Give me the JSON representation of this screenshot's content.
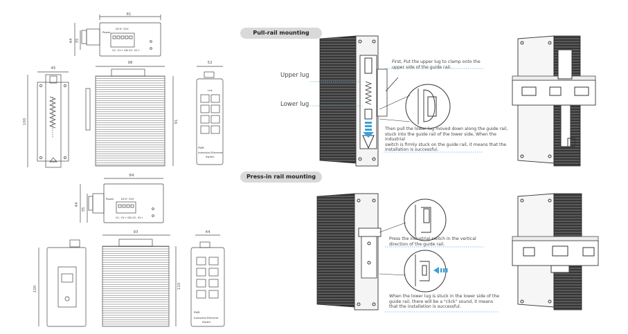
{
  "sections": {
    "pull_title": "Pull-rail mounting",
    "press_title": "Press-in rail mounting"
  },
  "labels": {
    "upper_lug": "Upper lug",
    "lower_lug": "Lower lug"
  },
  "notes": {
    "pull_step1_l1": "First, Put the upper lug to clamp onto the",
    "pull_step1_l2": "upper side of the guide rail.",
    "pull_step2_l1": "Then pull the lower lug moved down along the guide rail,",
    "pull_step2_l2": "stuck into the guide rail of the lower side, When the industrial",
    "pull_step2_l3": "switch is firmly stuck on the guide rail, it means that the",
    "pull_step2_l4": "installation is successful.",
    "press_step1_l1": "Press the industrial switch in the vertical",
    "press_step1_l2": "direction of the guide rail.",
    "press_step2_l1": "When the lower lug is stuck in the lower side of the",
    "press_step2_l2": "guide rail, there will be a \"click\" sound, it means",
    "press_step2_l3": "that the installation is successful."
  },
  "drawing1": {
    "dim_width_top": "81",
    "dim_h1": "44",
    "dim_h2": "35",
    "power": "Power",
    "voltage": "DC9~32V",
    "terminal": "V1- V1+ GN V2- V2+",
    "dim_side_w": "45",
    "dim_side_h": "100",
    "dim_front_w": "98",
    "dim_front_h": "91",
    "dim_panel_w": "52",
    "panel_top": "Lnk",
    "panel_led": "PWR",
    "panel_name_l1": "Industrial  Ethernet",
    "panel_name_l2": "Switch"
  },
  "drawing2": {
    "dim_width_top": "84",
    "dim_h1": "44",
    "dim_h2": "35",
    "power": "Power",
    "voltage": "DC9~32V",
    "terminal": "V1- V1+ GN V2- V2+",
    "dim_front_w": "93",
    "dim_side_h": "100",
    "dim_front_h": "110",
    "dim_panel_w": "44",
    "panel_led": "PWR",
    "panel_name_l1": "Industrial  Ethernet",
    "panel_name_l2": "Switch"
  },
  "colors": {
    "accent_blue": "#3aa0d6",
    "line": "#444444",
    "pill": "#d9d9d9"
  }
}
